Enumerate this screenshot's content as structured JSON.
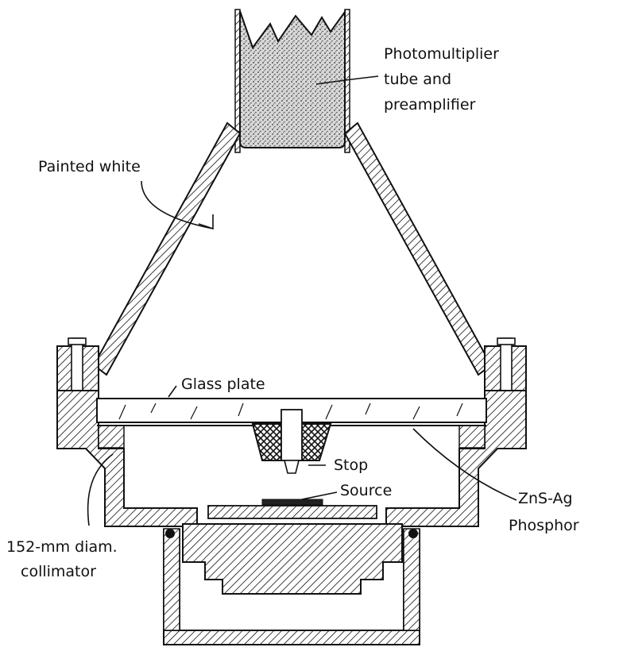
{
  "labels": {
    "photomultiplier": [
      "Photomultiplier",
      "tube and",
      "preamplifier"
    ],
    "painted_white": "Painted white",
    "glass_plate": "Glass plate",
    "stop": "Stop",
    "source": "Source",
    "phosphor": [
      "ZnS-Ag",
      "Phosphor"
    ],
    "collimator": [
      "152-mm diam.",
      "collimator"
    ]
  },
  "colors": {
    "ink": "#111111",
    "paper": "#ffffff",
    "tube_speckle": "#d8d8d8"
  }
}
